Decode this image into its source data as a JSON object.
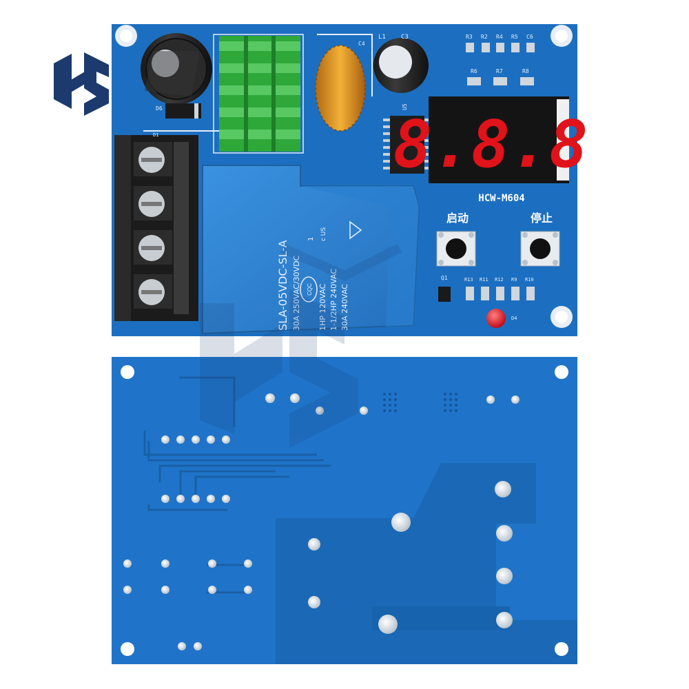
{
  "brand": {
    "logo_mark": "HS"
  },
  "top_board": {
    "model": "HCW-M604",
    "button_start": "启动",
    "button_stop": "停止",
    "display_value": "8.8.8",
    "relay": {
      "line1": "SLA-05VDC-SL-A",
      "line2": "30A  250VAC/30VDC",
      "line3": "1HP 120VAC",
      "line4": "1-1/2HP 240VAC",
      "line5": "30A  240VAC",
      "cert": "CQC",
      "ul": "c  US",
      "pin": "1"
    },
    "refs": {
      "r3": "R3",
      "r2": "R2",
      "r4": "R4",
      "r5": "R5",
      "c6": "C6",
      "r6": "R6",
      "r7": "R7",
      "r8": "R8",
      "r13": "R13",
      "r11": "R11",
      "r12": "R12",
      "r9": "R9",
      "r10": "R10",
      "l1": "L1",
      "c3": "C3",
      "c4": "C4",
      "u5": "U5",
      "q1": "Q1",
      "d4": "D4",
      "d1": "D1",
      "d6": "D6"
    },
    "colors": {
      "pcb": "#1c6fc0",
      "heatsink": "#2fa83a",
      "display_digit": "#e0121a",
      "relay": "#2f86d8"
    }
  },
  "bottom_board": {
    "colors": {
      "pcb": "#1f74c9",
      "trace": "#1a5fa6"
    }
  }
}
